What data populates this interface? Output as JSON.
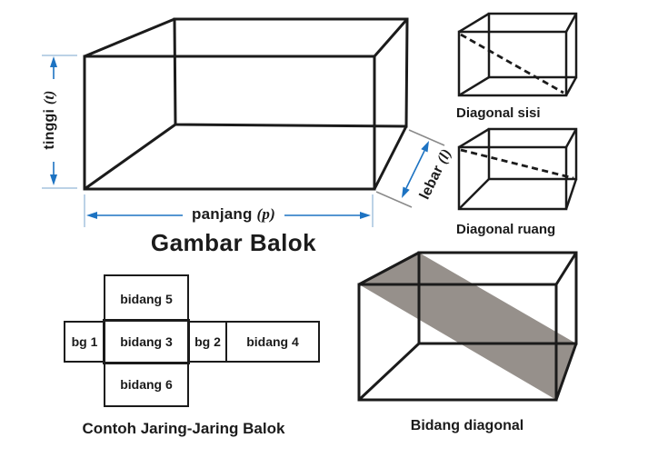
{
  "colors": {
    "line": "#1b1b1b",
    "arrow_blue": "#1d73c2",
    "extension_blue": "#a6c3de",
    "extension_gray": "#8a8a8a",
    "plane_gray": "#96908b"
  },
  "main_figure": {
    "title": "Gambar Balok",
    "dimensions": {
      "height": {
        "word": "tinggi",
        "symbol": "(t)"
      },
      "length": {
        "word": "panjang",
        "symbol": "(p)"
      },
      "width": {
        "word": "lebar",
        "symbol": "(l)"
      }
    }
  },
  "diagonal_sisi": {
    "caption": "Diagonal sisi"
  },
  "diagonal_ruang": {
    "caption": "Diagonal ruang"
  },
  "net": {
    "caption": "Contoh Jaring-Jaring Balok",
    "cells": [
      {
        "label": "bidang 5"
      },
      {
        "label": "bg 1"
      },
      {
        "label": "bidang 3"
      },
      {
        "label": "bg 2"
      },
      {
        "label": "bidang 4"
      },
      {
        "label": "bidang 6"
      }
    ]
  },
  "bidang_diagonal": {
    "caption": "Bidang diagonal"
  }
}
